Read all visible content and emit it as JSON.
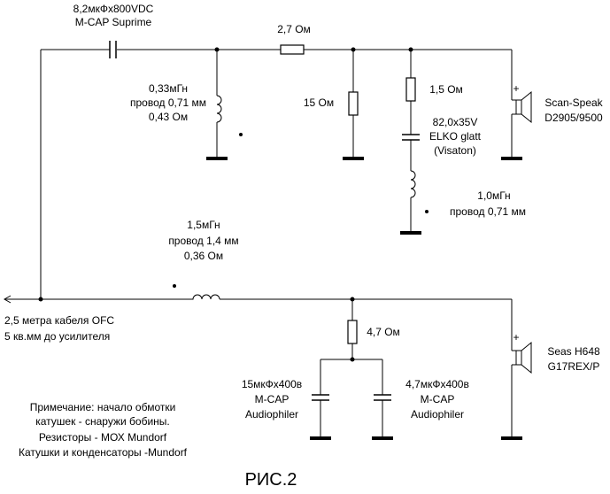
{
  "labels": {
    "c1_value": "8,2мкФх800VDC",
    "c1_name": "M-CAP Suprime",
    "r1": "2,7 Ом",
    "l1_ind": "0,33мГн",
    "l1_wire": "провод 0,71 мм",
    "l1_res": "0,43 Ом",
    "r2": "15  Ом",
    "r3": "1,5  Ом",
    "c2_value": "82,0х35V",
    "c2_type": "ELKO glatt",
    "c2_brand": "(Visaton)",
    "l2_ind": "1,0мГн",
    "l2_wire": "провод 0,71 мм",
    "tw_name": "Scan-Speak",
    "tw_model": "D2905/9500",
    "l3_ind": "1,5мГн",
    "l3_wire": "провод 1,4 мм",
    "l3_res": "0,36 Ом",
    "cable_1": "2,5 метра кабеля OFC",
    "cable_2": "5 кв.мм до усилителя",
    "r4": "4,7 Ом",
    "wf_name": "Seas H648",
    "wf_model": "G17REX/P",
    "c3_value": "15мкФх400в",
    "c3_type": "M-CAP",
    "c3_name": "Audiophiler",
    "c4_value": "4,7мкФх400в",
    "c4_type": "M-CAP",
    "c4_name": "Audiophiler",
    "note_1": "Примечание: начало обмотки",
    "note_2": "катушек - снаружи бобины.",
    "note_3": "Резисторы - МОХ Mundorf",
    "note_4": "Катушки и конденсаторы -Mundorf",
    "plus_tw": "+",
    "plus_wf": "+",
    "figure": "РИС.2"
  }
}
